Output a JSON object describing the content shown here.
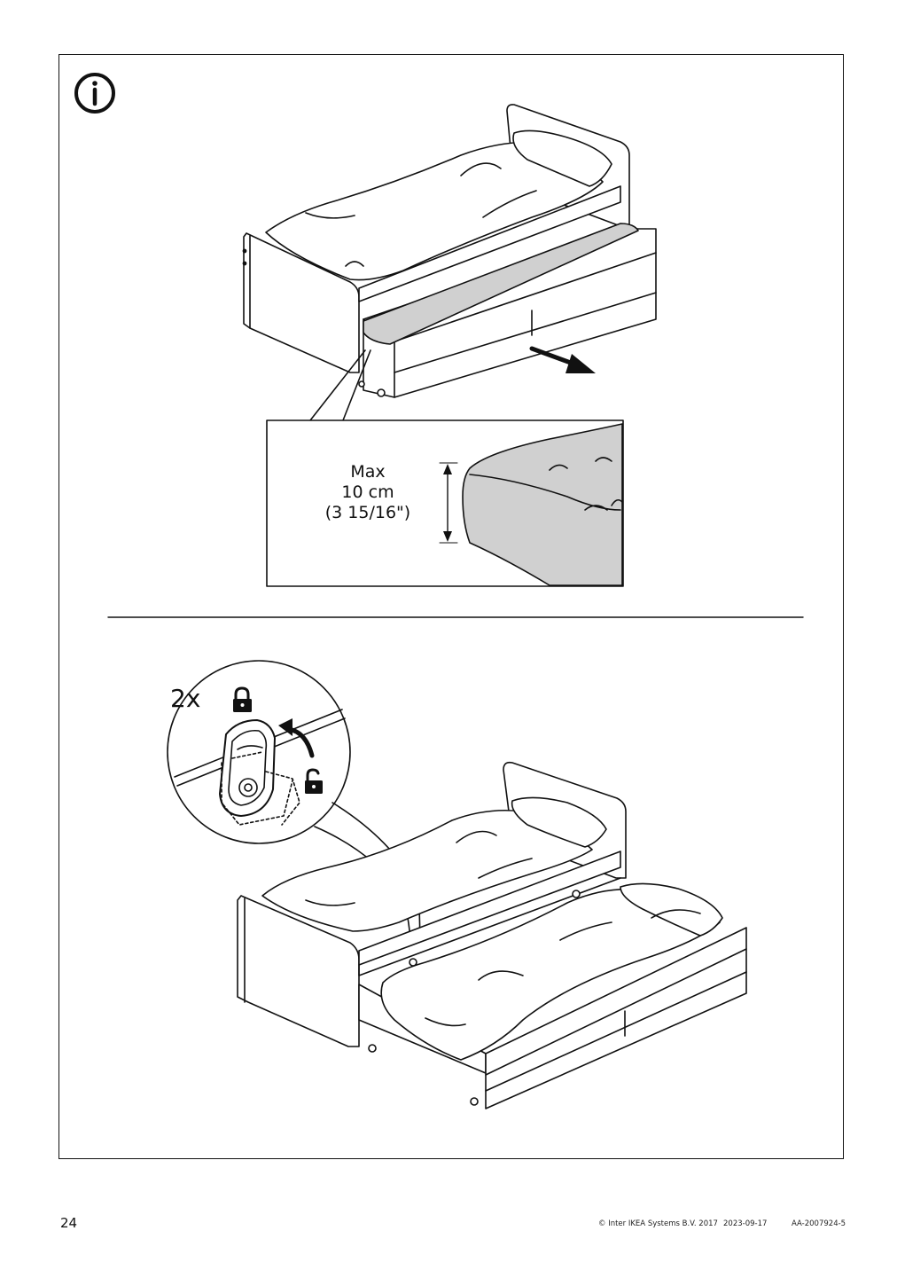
{
  "info_icon": "info-circle-icon",
  "detail": {
    "line1": "Max",
    "line2": "10 cm",
    "line3": "(3 15/16\")"
  },
  "lock_step": {
    "count": "2x",
    "locked_icon": "padlock-closed-icon",
    "unlocked_icon": "padlock-open-icon"
  },
  "footer": {
    "page_number": "24",
    "copyright": "© Inter IKEA Systems B.V. 2017",
    "date": "2023-09-17",
    "doc_id": "AA-2007924-5"
  },
  "colors": {
    "line": "#111111",
    "mattress_fill": "#d0d0d0",
    "background": "#ffffff"
  }
}
